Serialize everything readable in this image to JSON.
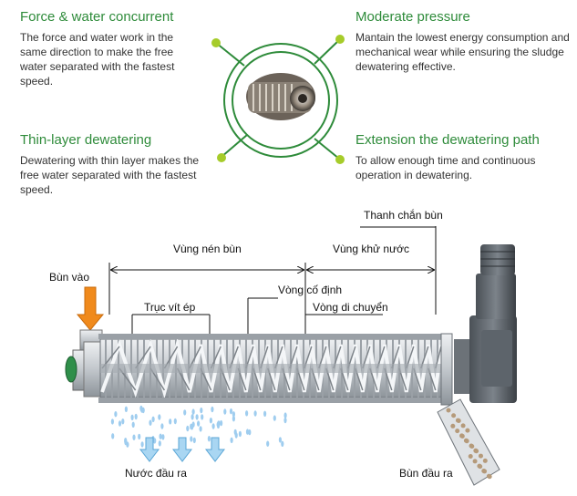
{
  "features": [
    {
      "title": "Force & water concurrent",
      "text": "The force and water work in the same direction to make the free water separated with the fastest speed."
    },
    {
      "title": "Moderate pressure",
      "text": "Mantain the lowest energy consumption and mechanical wear while ensuring the sludge dewatering effective."
    },
    {
      "title": "Thin-layer dewatering",
      "text": "Dewatering with thin layer makes the free water separated with the fastest speed."
    },
    {
      "title": "Extension the dewatering path",
      "text": "To allow enough time and continuous operation in dewatering."
    }
  ],
  "diagram": {
    "thanh_chan_bun": "Thanh chắn bùn",
    "vung_nen_bun": "Vùng nén bùn",
    "vung_khu_nuoc": "Vùng khử nước",
    "bun_vao": "Bùn vào",
    "vong_co_dinh": "Vòng cố định",
    "truc_vit_ep": "Trục vít ép",
    "vong_di_chuyen": "Vòng di chuyển",
    "nuoc_dau_ra": "Nước đầu ra",
    "bun_dau_ra": "Bùn đầu ra"
  },
  "colors": {
    "title_green": "#2e8b3a",
    "dot_green": "#a6cc2a",
    "inlet_arrow": "#f08a1c",
    "water_arrow": "#a9d6f2",
    "drum_steel": "#c9ced3"
  }
}
